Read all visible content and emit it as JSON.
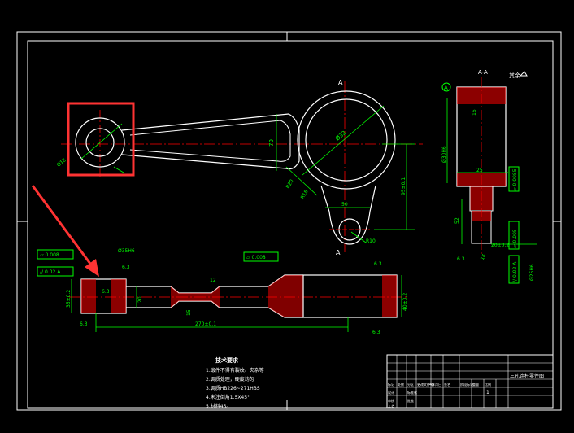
{
  "colors": {
    "background": "#000000",
    "outline": "#ffffff",
    "dimension": "#00ff00",
    "centerline": "#ff0000",
    "hatch": "#ff0000",
    "highlight": "#ff3333",
    "arrow": "#ff3333"
  },
  "labels": {
    "section_a_top": "A",
    "section_a_bottom": "A",
    "section_view": "A-A",
    "roughness_rest": "其余",
    "datum_a": "A",
    "dim_phi32": "Ø32",
    "dim_70": "70",
    "dim_r20": "R20",
    "dim_r18": "R18",
    "dim_50": "50",
    "dim_r10": "R10",
    "dim_95": "95±0.1",
    "dim_phi18": "Ø18",
    "dim_phi30h6": "Ø30H6",
    "dim_16a": "16",
    "dim_25": "25",
    "dim_52": "52",
    "dim_20": "20±0.2",
    "dim_16b": "16",
    "dim_phi25": "Ø25H6",
    "dim_phi35": "Ø35H6",
    "dim_6_3a": "6.3",
    "dim_6_3b": "6.3",
    "dim_6_3c": "6.3",
    "dim_6_3d": "6.3",
    "dim_6_3e": "6.3",
    "dim_6_3f": "6.3",
    "dim_35": "35±0.2",
    "dim_20b": "20",
    "dim_12": "12",
    "dim_15": "15",
    "dim_270": "270±0.1",
    "dim_right": "40±0.2",
    "tol_flat1": "▱ 0.008",
    "tol_par1": "// 0.02 A",
    "tol_flat2": "▱ 0.008",
    "tol_flat3": "▱ 0.0085",
    "tol_flat4": "▱ 0.005",
    "tol_par2": "// 0.02 A"
  },
  "notes": {
    "title": "技术要求",
    "items": [
      "1.锻件不得有裂纹、夹杂等",
      "2.调质处理，硬度均匀",
      "3.调质HB226~271HBS",
      "4.未注倒角1.5X45°",
      "5.材料45。"
    ]
  },
  "title_block": {
    "part_name": "三孔连杆零件图",
    "material": "45",
    "scale": "1",
    "cells": [
      "标记",
      "处数",
      "分区",
      "更改文件号",
      "签名",
      "年月日",
      "设计",
      "标准化",
      "审核",
      "工艺",
      "批准",
      "阶段标记",
      "重量",
      "比例"
    ]
  }
}
